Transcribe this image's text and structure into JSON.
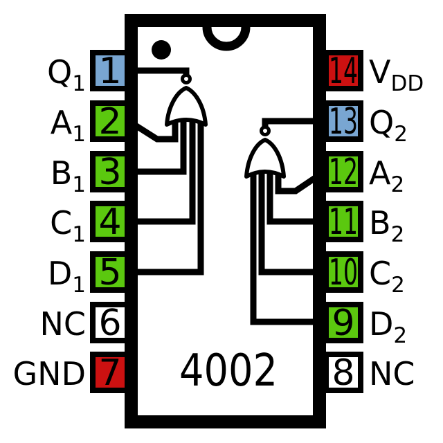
{
  "chip": {
    "part_number": "4002",
    "pin_count": 14,
    "description": "dual 4-input NOR gate pinout"
  },
  "colors": {
    "output_pin": "#79a6d2",
    "input_pin": "#5bc80f",
    "power_pin": "#cc1111",
    "nc_pin": "#ffffff",
    "body_fill": "#ffffff",
    "line": "#000000"
  },
  "pins": {
    "left": [
      {
        "number": "1",
        "label": "Q",
        "label_sub": "1",
        "type": "output",
        "fill": "#79a6d2"
      },
      {
        "number": "2",
        "label": "A",
        "label_sub": "1",
        "type": "input",
        "fill": "#5bc80f"
      },
      {
        "number": "3",
        "label": "B",
        "label_sub": "1",
        "type": "input",
        "fill": "#5bc80f"
      },
      {
        "number": "4",
        "label": "C",
        "label_sub": "1",
        "type": "input",
        "fill": "#5bc80f"
      },
      {
        "number": "5",
        "label": "D",
        "label_sub": "1",
        "type": "input",
        "fill": "#5bc80f"
      },
      {
        "number": "6",
        "label": "NC",
        "label_sub": "",
        "type": "nc",
        "fill": "#ffffff"
      },
      {
        "number": "7",
        "label": "GND",
        "label_sub": "",
        "type": "ground",
        "fill": "#cc1111"
      }
    ],
    "right": [
      {
        "number": "14",
        "label": "V",
        "label_sub": "DD",
        "type": "power",
        "fill": "#cc1111"
      },
      {
        "number": "13",
        "label": "Q",
        "label_sub": "2",
        "type": "output",
        "fill": "#79a6d2"
      },
      {
        "number": "12",
        "label": "A",
        "label_sub": "2",
        "type": "input",
        "fill": "#5bc80f"
      },
      {
        "number": "11",
        "label": "B",
        "label_sub": "2",
        "type": "input",
        "fill": "#5bc80f"
      },
      {
        "number": "10",
        "label": "C",
        "label_sub": "2",
        "type": "input",
        "fill": "#5bc80f"
      },
      {
        "number": "9",
        "label": "D",
        "label_sub": "2",
        "type": "input",
        "fill": "#5bc80f"
      },
      {
        "number": "8",
        "label": "NC",
        "label_sub": "",
        "type": "nc",
        "fill": "#ffffff"
      }
    ]
  },
  "gates": [
    {
      "inputs": [
        "A1",
        "B1",
        "C1",
        "D1"
      ],
      "output": "Q1",
      "symbol": "NOR"
    },
    {
      "inputs": [
        "A2",
        "B2",
        "C2",
        "D2"
      ],
      "output": "Q2",
      "symbol": "NOR"
    }
  ]
}
